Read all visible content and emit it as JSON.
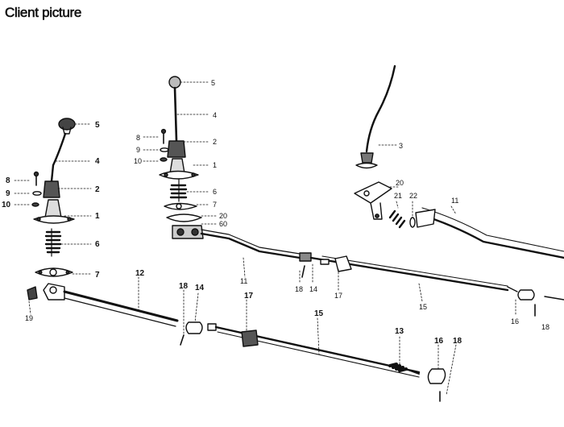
{
  "caption": "Client picture",
  "labels": {
    "a5": "5",
    "a4": "4",
    "a8": "8",
    "a2": "2",
    "a9": "9",
    "a10": "10",
    "a1": "1",
    "a6": "6",
    "a7": "7",
    "b5": "5",
    "b4": "4",
    "b8": "8",
    "b2": "2",
    "b9": "9",
    "b10": "10",
    "b1": "1",
    "b6": "6",
    "b7": "7",
    "b20": "20",
    "b60": "60",
    "c3": "3",
    "c20": "20",
    "c21": "21",
    "c22": "22",
    "c11": "11",
    "d11": "11",
    "d18": "18",
    "d14": "14",
    "d17": "17",
    "d15": "15",
    "d16": "16",
    "d18b": "18",
    "e12": "12",
    "e19": "19",
    "e18": "18",
    "e14": "14",
    "e17": "17",
    "e15": "15",
    "e13": "13",
    "e16": "16",
    "e18b": "18"
  }
}
